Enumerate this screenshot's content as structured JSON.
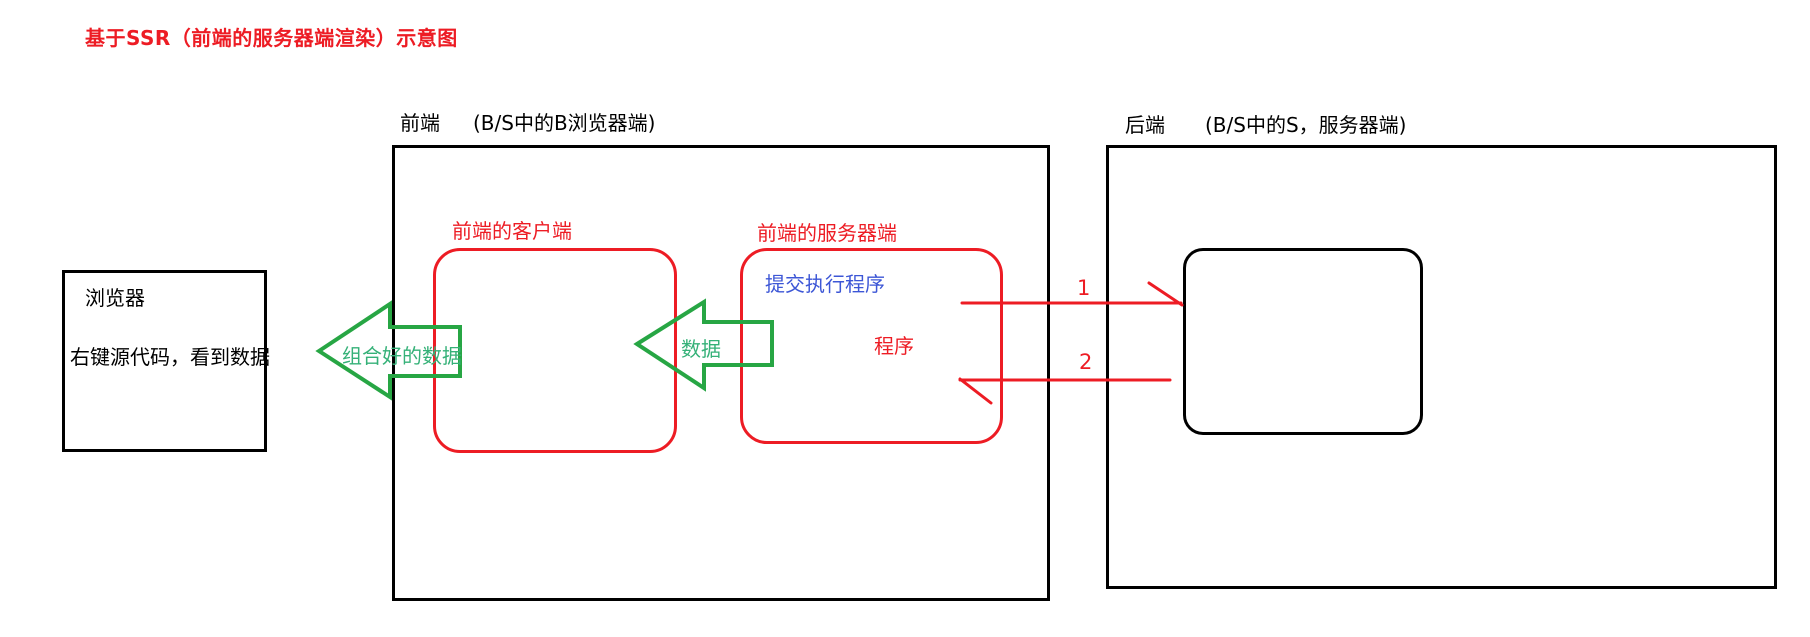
{
  "title": "基于SSR（前端的服务器端渲染）示意图",
  "browser_box": {
    "title": "浏览器",
    "note": "右键源代码，看到数据"
  },
  "frontend_section": {
    "label": "前端",
    "sublabel": "(B/S中的B浏览器端)",
    "client_box_label": "前端的客户端",
    "server_box_label": "前端的服务器端",
    "submit_text": "提交执行程序",
    "program_text": "程序"
  },
  "backend_section": {
    "label": "后端",
    "sublabel": "(B/S中的S，服务器端)"
  },
  "arrows": {
    "combined_data_label": "组合好的数据",
    "data_label": "数据",
    "step1": "1",
    "step2": "2"
  },
  "colors": {
    "red": "#ed1c24",
    "green": "#27a644",
    "green-text": "#35b178",
    "blue": "#3c56d6",
    "black": "#000000"
  }
}
